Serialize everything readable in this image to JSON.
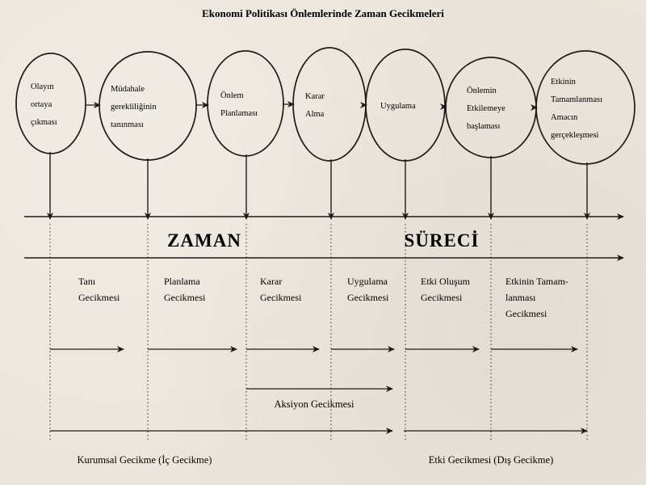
{
  "title": "Ekonomi Politikası Önlemlerinde Zaman Gecikmeleri",
  "stages": [
    {
      "lines": [
        "Olayın",
        "ortaya",
        "çıkması"
      ]
    },
    {
      "lines": [
        "Müdahale",
        "gerekliliğinin",
        "tanınması"
      ]
    },
    {
      "lines": [
        "Önlem",
        "Planlaması"
      ]
    },
    {
      "lines": [
        "Karar",
        "Alma"
      ]
    },
    {
      "lines": [
        "Uygulama"
      ]
    },
    {
      "lines": [
        "Önlemin",
        "Etkilemeye",
        "başlaması"
      ]
    },
    {
      "lines": [
        "Etkinin",
        "Tamamlanması",
        "Amacın",
        "gerçekleşmesi"
      ]
    }
  ],
  "timeline": {
    "word_left": "ZAMAN",
    "word_right": "SÜRECİ"
  },
  "lags": [
    {
      "lines": [
        "Tanı",
        "Gecikmesi"
      ]
    },
    {
      "lines": [
        "Planlama",
        "Gecikmesi"
      ]
    },
    {
      "lines": [
        "Karar",
        "Gecikmesi"
      ]
    },
    {
      "lines": [
        "Uygulama",
        "Gecikmesi"
      ]
    },
    {
      "lines": [
        "Etki Oluşum",
        "Gecikmesi"
      ]
    },
    {
      "lines": [
        "Etkinin Tamam-",
        "lanması",
        "Gecikmesi"
      ]
    }
  ],
  "action_lag": "Aksiyon Gecikmesi",
  "inside_lag": "Kurumsal Gecikme (İç Gecikme)",
  "outside_lag": "Etki Gecikmesi (Dış Gecikme)",
  "colors": {
    "ink": "#1e1b18",
    "paper": "#ebe6db"
  }
}
